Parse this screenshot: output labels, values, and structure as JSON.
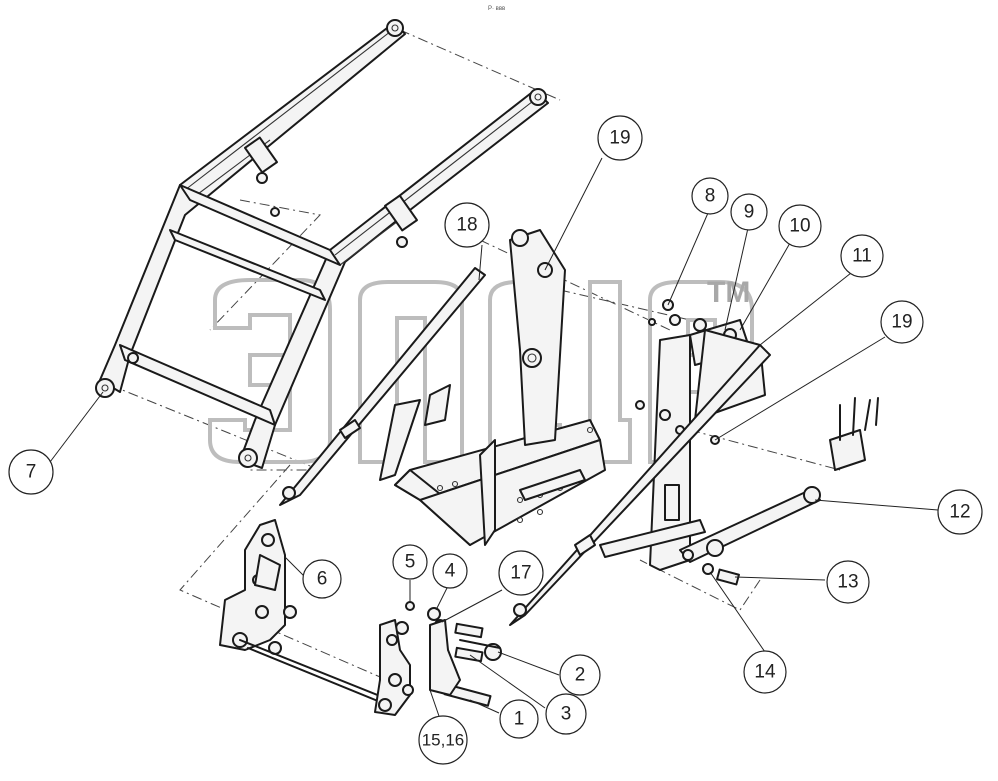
{
  "header_mark": "Р· ввв",
  "watermark": {
    "tm": "TM"
  },
  "callouts": [
    {
      "id": "c7",
      "label": "7"
    },
    {
      "id": "c18",
      "label": "18"
    },
    {
      "id": "c19a",
      "label": "19"
    },
    {
      "id": "c8",
      "label": "8"
    },
    {
      "id": "c9",
      "label": "9"
    },
    {
      "id": "c10",
      "label": "10"
    },
    {
      "id": "c11",
      "label": "11"
    },
    {
      "id": "c19b",
      "label": "19"
    },
    {
      "id": "c12",
      "label": "12"
    },
    {
      "id": "c13",
      "label": "13"
    },
    {
      "id": "c14",
      "label": "14"
    },
    {
      "id": "c6",
      "label": "6"
    },
    {
      "id": "c5",
      "label": "5"
    },
    {
      "id": "c4",
      "label": "4"
    },
    {
      "id": "c17",
      "label": "17"
    },
    {
      "id": "c2",
      "label": "2"
    },
    {
      "id": "c3",
      "label": "3"
    },
    {
      "id": "c1",
      "label": "1"
    },
    {
      "id": "c1516",
      "label": "15,16"
    }
  ],
  "colors": {
    "line": "#1a1a1a",
    "watermark": "#bdbdbd"
  }
}
